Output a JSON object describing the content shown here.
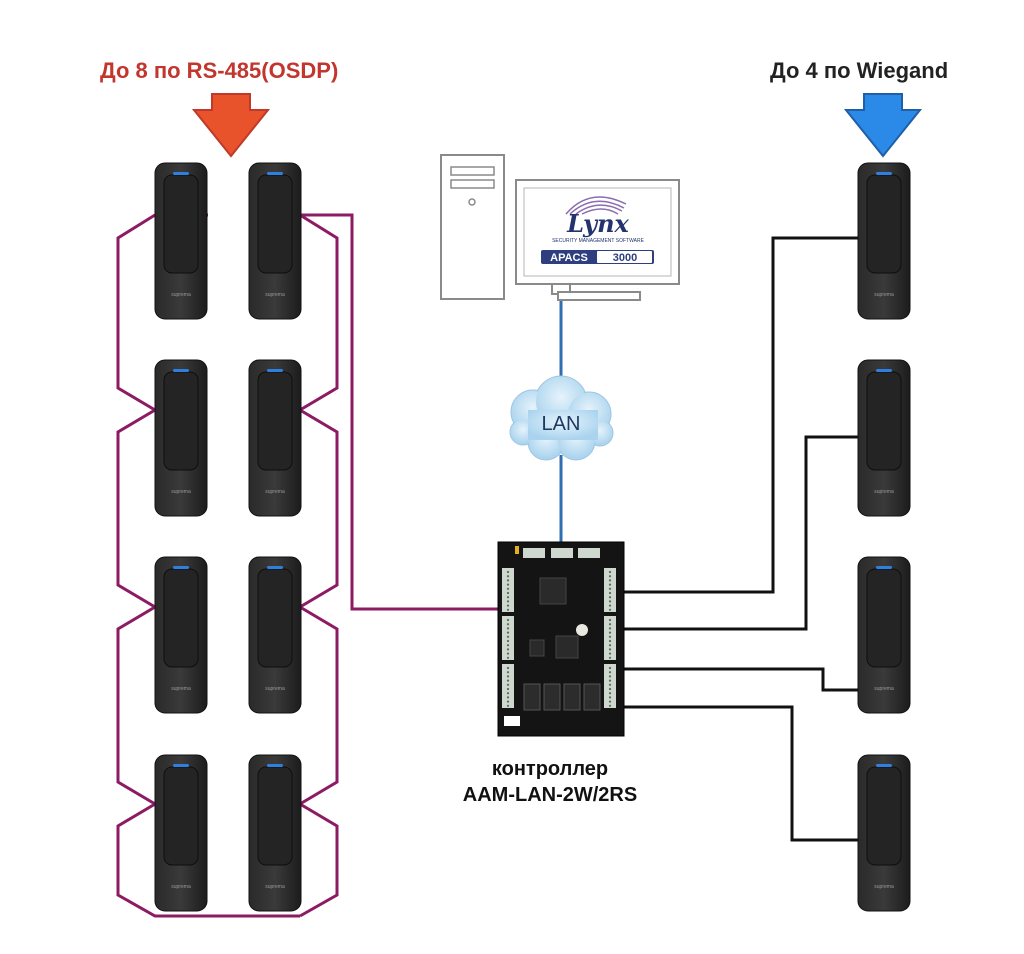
{
  "labels": {
    "rs485_title": "До 8 по RS-485(OSDP)",
    "wiegand_title": "До 4 по Wiegand",
    "lan": "LAN",
    "controller_line1": "контроллер",
    "controller_line2": "AAM-LAN-2W/2RS"
  },
  "software": {
    "logo_text": "Lynx",
    "logo_sub": "SECURITY MANAGEMENT SOFTWARE",
    "product_left": "APACS",
    "product_right": "3000"
  },
  "reader_brand": "suprema",
  "colors": {
    "rs485_line": "#8c1b63",
    "wiegand_line": "#111111",
    "lan_line": "#2f6fb0",
    "rs485_arrow": "#e8532b",
    "wiegand_arrow": "#2b8ae8",
    "rs485_title": "#c2362e",
    "reader_led": "#2f7fe0"
  },
  "diagram": {
    "rs485_reader_count": 8,
    "wiegand_reader_count": 4
  }
}
